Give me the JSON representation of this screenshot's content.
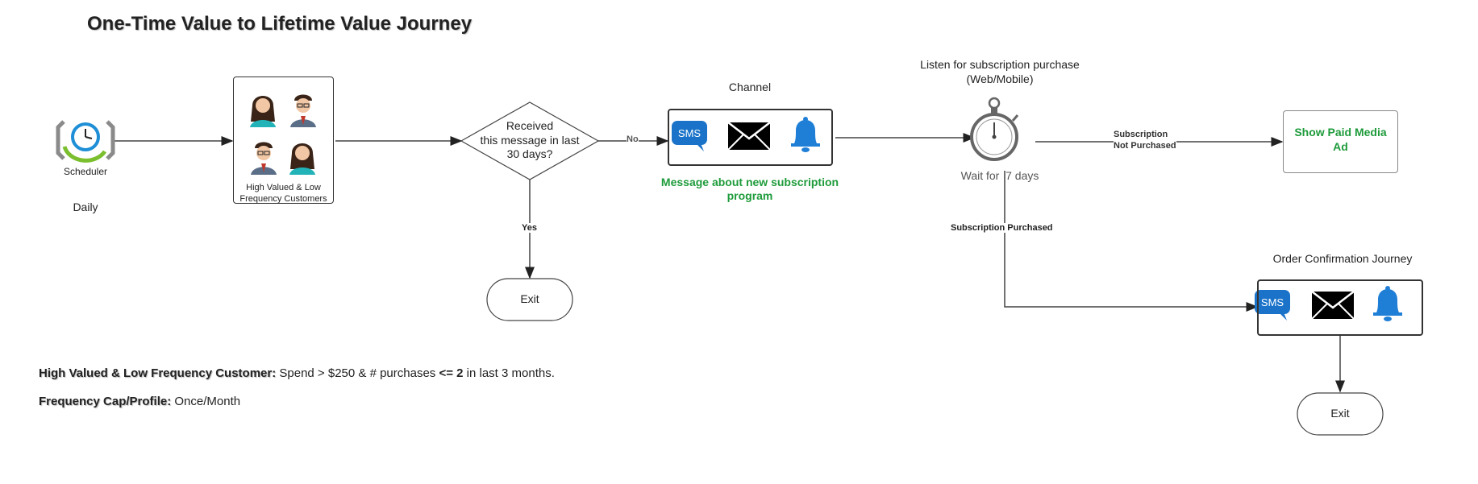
{
  "title": "One-Time Value to Lifetime Value Journey",
  "scheduler": {
    "label": "Scheduler",
    "frequency": "Daily"
  },
  "audience": {
    "label_line1": "High Valued & Low",
    "label_line2": "Frequency Customers"
  },
  "decision": {
    "line1": "Received",
    "line2": "this message in last",
    "line3": "30 days?",
    "no_label": "No",
    "yes_label": "Yes"
  },
  "exit_labels": [
    "Exit",
    "Exit"
  ],
  "channel": {
    "heading": "Channel",
    "sms_text": "SMS",
    "message_line1": "Message about new subscription",
    "message_line2": "program"
  },
  "listen": {
    "line1": "Listen for subscription purchase",
    "line2": "(Web/Mobile)",
    "wait_text": "Wait for  7 days"
  },
  "branches": {
    "not_purchased_line1": "Subscription",
    "not_purchased_line2": "Not Purchased",
    "purchased": "Subscription Purchased"
  },
  "paid_media": {
    "line1": "Show Paid Media",
    "line2": "Ad"
  },
  "order_confirmation": {
    "heading": "Order Confirmation Journey",
    "sms_text": "SMS"
  },
  "notes": {
    "customer_label": "High Valued & Low Frequency Customer:",
    "customer_pre": " Spend > $250 & # purchases ",
    "customer_bold": "<= 2",
    "customer_post": " in last 3 months.",
    "cap_label": "Frequency Cap/Profile:",
    "cap_value": " Once/Month"
  },
  "colors": {
    "accent_green": "#1e9b3b",
    "sms_blue": "#1a73c9",
    "bell_blue": "#1f7fd6",
    "line": "#333333"
  }
}
